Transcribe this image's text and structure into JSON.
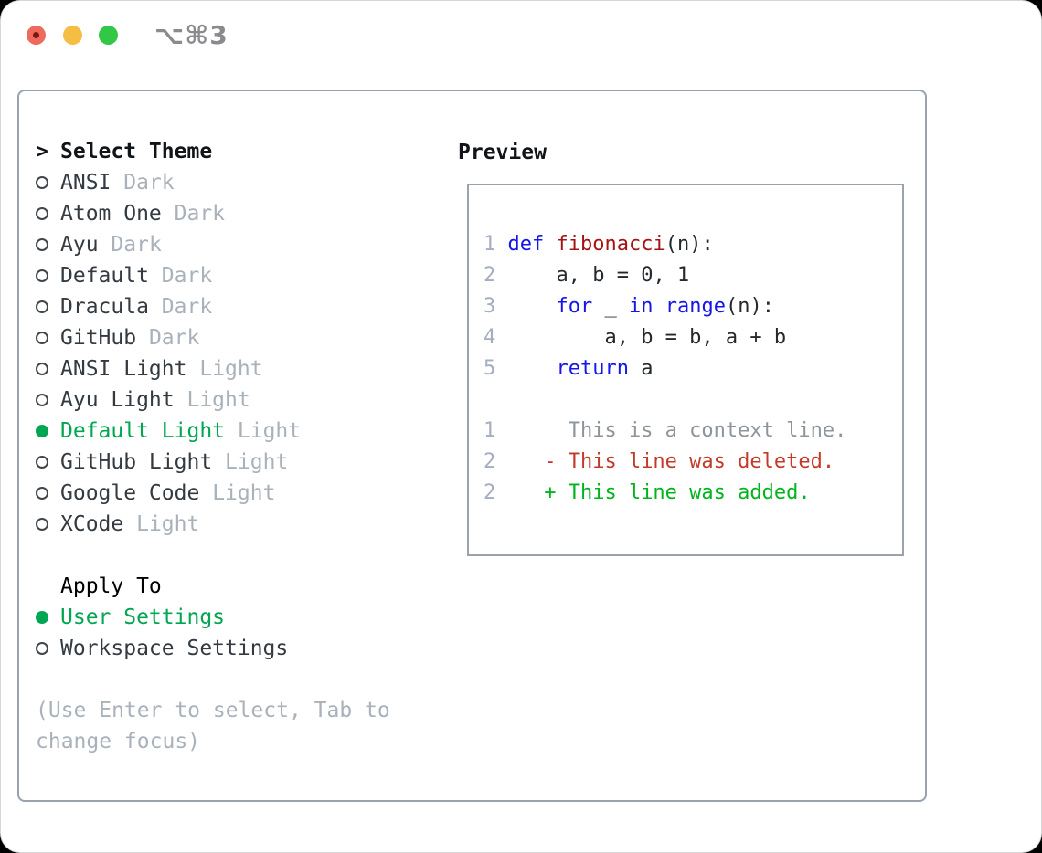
{
  "window": {
    "shortcut_label": "⌥⌘3",
    "traffic_lights": [
      {
        "name": "close",
        "color_key": "titlebar_red"
      },
      {
        "name": "minimize",
        "color_key": "titlebar_yellow"
      },
      {
        "name": "zoom",
        "color_key": "titlebar_green"
      }
    ]
  },
  "theme_list": {
    "cursor": ">",
    "title": "Select Theme",
    "items": [
      {
        "name": "ANSI",
        "variant": "Dark",
        "selected": false
      },
      {
        "name": "Atom One",
        "variant": "Dark",
        "selected": false
      },
      {
        "name": "Ayu",
        "variant": "Dark",
        "selected": false
      },
      {
        "name": "Default",
        "variant": "Dark",
        "selected": false
      },
      {
        "name": "Dracula",
        "variant": "Dark",
        "selected": false
      },
      {
        "name": "GitHub",
        "variant": "Dark",
        "selected": false
      },
      {
        "name": "ANSI Light",
        "variant": "Light",
        "selected": false
      },
      {
        "name": "Ayu Light",
        "variant": "Light",
        "selected": false
      },
      {
        "name": "Default Light",
        "variant": "Light",
        "selected": true
      },
      {
        "name": "GitHub Light",
        "variant": "Light",
        "selected": false
      },
      {
        "name": "Google Code",
        "variant": "Light",
        "selected": false
      },
      {
        "name": "XCode",
        "variant": "Light",
        "selected": false
      }
    ]
  },
  "apply_to": {
    "title": "Apply To",
    "options": [
      {
        "label": "User Settings",
        "selected": true
      },
      {
        "label": "Workspace Settings",
        "selected": false
      }
    ]
  },
  "help_text": "(Use Enter to select, Tab to change focus)",
  "preview": {
    "title": "Preview",
    "code_lines": [
      {
        "number": "1",
        "tokens": [
          {
            "text": "def",
            "type": "keyword"
          },
          {
            "text": " ",
            "type": "plain"
          },
          {
            "text": "fibonacci",
            "type": "function"
          },
          {
            "text": "(n):",
            "type": "plain"
          }
        ]
      },
      {
        "number": "2",
        "tokens": [
          {
            "text": "    a, b = 0, 1",
            "type": "plain"
          }
        ]
      },
      {
        "number": "3",
        "tokens": [
          {
            "text": "    ",
            "type": "plain"
          },
          {
            "text": "for",
            "type": "keyword"
          },
          {
            "text": " _ ",
            "type": "plain"
          },
          {
            "text": "in",
            "type": "keyword"
          },
          {
            "text": " ",
            "type": "plain"
          },
          {
            "text": "range",
            "type": "keyword"
          },
          {
            "text": "(n):",
            "type": "plain"
          }
        ]
      },
      {
        "number": "4",
        "tokens": [
          {
            "text": "        a, b = b, a + b",
            "type": "plain"
          }
        ]
      },
      {
        "number": "5",
        "tokens": [
          {
            "text": "    ",
            "type": "plain"
          },
          {
            "text": "return",
            "type": "keyword"
          },
          {
            "text": " a",
            "type": "plain"
          }
        ]
      }
    ],
    "diff_lines": [
      {
        "number": "1",
        "marker": " ",
        "kind": "context",
        "text": "This is a context line."
      },
      {
        "number": "2",
        "marker": "-",
        "kind": "deleted",
        "text": "This line was deleted."
      },
      {
        "number": "2",
        "marker": "+",
        "kind": "added",
        "text": "This line was added."
      }
    ]
  },
  "colors": {
    "accent_green": "#00a651",
    "added_green": "#00b41e",
    "deleted_red": "#c43a28",
    "keyword_blue": "#1616e8",
    "function_red": "#a31515",
    "code_text": "#24292e",
    "line_number": "#a4aec0",
    "context_gray": "#8d949c",
    "muted_gray": "#a9b1ba",
    "item_text": "#343a41",
    "heading_text": "#111418",
    "panel_border": "#9aa2ae",
    "titlebar_red": "#ef6a5e",
    "titlebar_yellow": "#f6bd45",
    "titlebar_green": "#33c748",
    "shortcut_gray": "#8b8b8f"
  }
}
